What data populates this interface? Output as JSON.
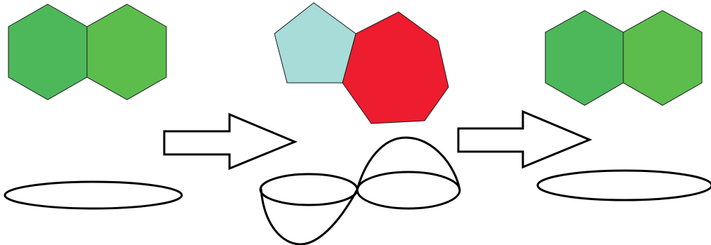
{
  "colors": {
    "hex_dark_green": "#4db85a",
    "hex_light_green": "#5cbd4d",
    "pentagon_light_blue": "#a7dcd8",
    "heptagon_red": "#ed1c2e",
    "outline": "#1a1a1a",
    "background": "#ffffff"
  },
  "panels": [
    {
      "id": "left",
      "shapes": [
        "hexagon",
        "hexagon"
      ],
      "base": "flat-ellipse"
    },
    {
      "id": "middle",
      "shapes": [
        "pentagon",
        "heptagon"
      ],
      "base": "saddle-double-cone"
    },
    {
      "id": "right",
      "shapes": [
        "hexagon",
        "hexagon"
      ],
      "base": "flat-ellipse"
    }
  ],
  "arrows": [
    "hollow-right-arrow",
    "hollow-right-arrow"
  ]
}
